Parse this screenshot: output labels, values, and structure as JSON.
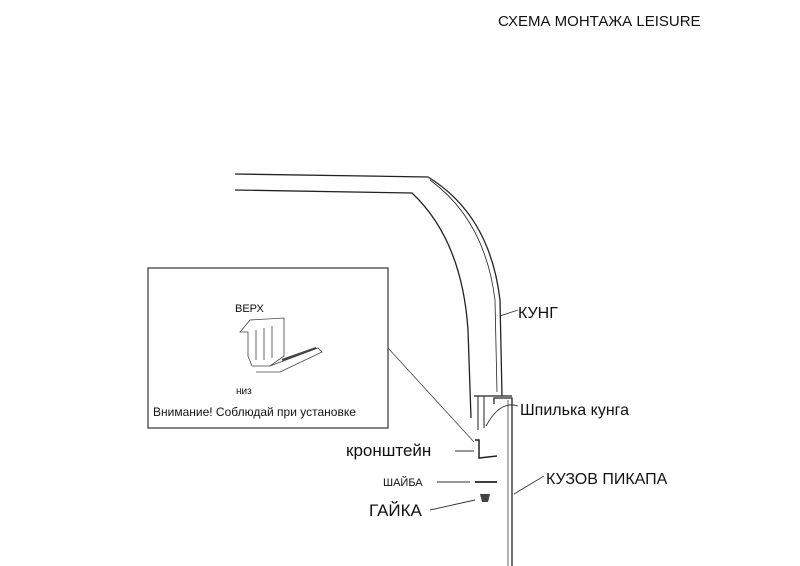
{
  "title": "СХЕМА МОНТАЖА LEISURE",
  "inset": {
    "top_label": "ВЕРХ",
    "bottom_label": "низ",
    "warning": "Внимание! Соблюдай при установке"
  },
  "labels": {
    "canopy": "КУНГ",
    "canopy_stud": "Шпилька кунга",
    "bracket": "кронштейн",
    "washer": "ШАЙБА",
    "nut": "ГАЙКА",
    "pickup_body": "КУЗОВ ПИКАПА"
  }
}
